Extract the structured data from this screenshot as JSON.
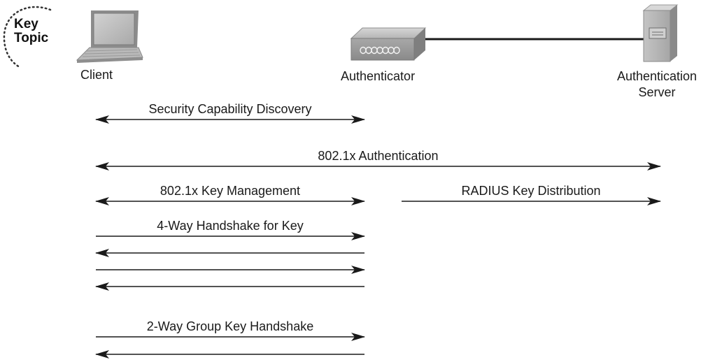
{
  "key_topic": {
    "line1": "Key",
    "line2": "Topic"
  },
  "nodes": {
    "client": {
      "label": "Client",
      "icon": "laptop-icon"
    },
    "authenticator": {
      "label": "Authenticator",
      "icon": "access-point-icon"
    },
    "server": {
      "label_line1": "Authentication",
      "label_line2": "Server",
      "icon": "server-icon"
    }
  },
  "messages": {
    "security_discovery": "Security Capability Discovery",
    "dot1x_auth": "802.1x Authentication",
    "dot1x_key_mgmt": "802.1x Key Management",
    "radius_key_dist": "RADIUS Key Distribution",
    "four_way": "4-Way Handshake for Key",
    "two_way": "2-Way Group Key Handshake"
  },
  "colors": {
    "line": "#1a1a1a",
    "device_gray": "#9a9a9a"
  }
}
